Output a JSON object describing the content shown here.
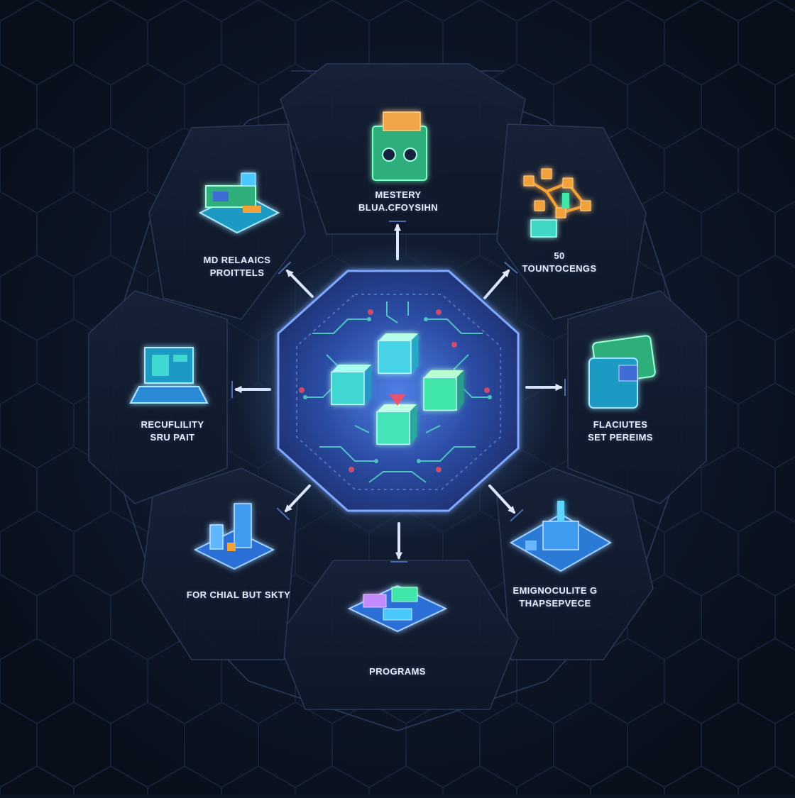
{
  "diagram": {
    "center": {
      "name": "blockchain-core-hexagon"
    },
    "nodes": [
      {
        "id": "top",
        "lines": [
          "MESTERY",
          "BLUA.CFOYSIHN"
        ],
        "icon": "payment-terminal-icon"
      },
      {
        "id": "top-right",
        "lines": [
          "50",
          "TOUNTOCENGS"
        ],
        "icon": "token-network-icon"
      },
      {
        "id": "right",
        "lines": [
          "FLACIUTES",
          "SET PEREIMS"
        ],
        "icon": "credit-card-icon"
      },
      {
        "id": "bottom-right",
        "lines": [
          "EMIGNOCULITE G",
          "THAPSEPVECE"
        ],
        "icon": "city-building-icon"
      },
      {
        "id": "bottom",
        "lines": [
          "PROGRAMS"
        ],
        "icon": "circuit-board-icon"
      },
      {
        "id": "bottom-left",
        "lines": [
          "FOR CHIAL BUT SKTY"
        ],
        "icon": "server-rack-icon"
      },
      {
        "id": "left",
        "lines": [
          "RECUFLILITY",
          "SRU PAIT"
        ],
        "icon": "laptop-icon"
      },
      {
        "id": "top-left",
        "lines": [
          "MD RELAAICS",
          "PROITTELS"
        ],
        "icon": "cash-register-icon"
      }
    ],
    "colors": {
      "background": "#0b1524",
      "panel": "#131d30",
      "panel_border": "#2a3a58",
      "center_fill": "#2a4a9a",
      "glow_blue": "#3f8bff",
      "cube_green": "#3fe6a8",
      "cube_cyan": "#49c9ff",
      "accent_orange": "#f2a13a",
      "accent_red": "#ff4d5e",
      "label": "#e9eef8"
    }
  }
}
